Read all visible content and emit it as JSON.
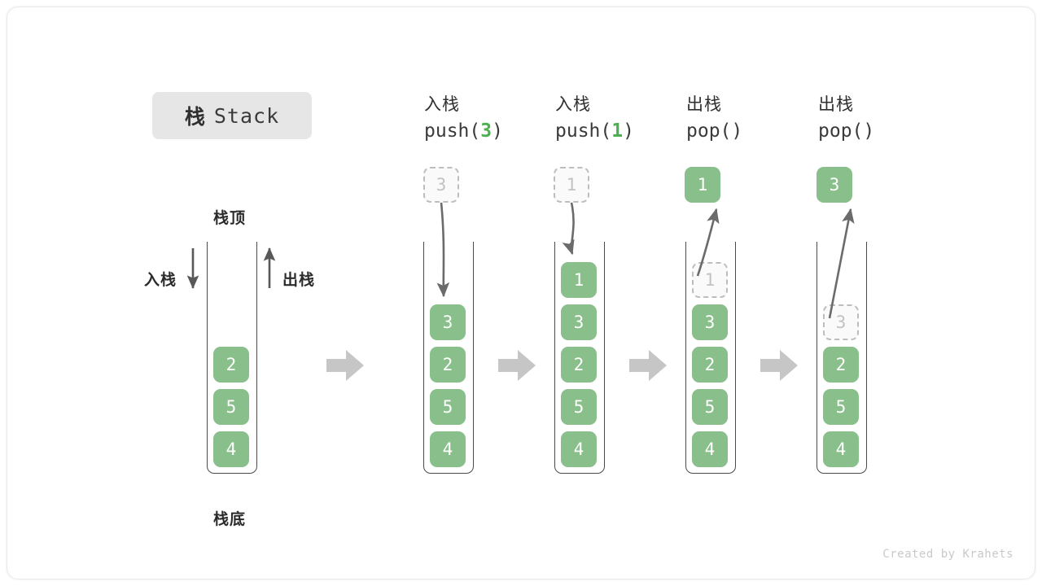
{
  "title": {
    "cn": "栈",
    "en": "Stack"
  },
  "labels": {
    "top": "栈顶",
    "bottom": "栈底",
    "push_side": "入栈",
    "pop_side": "出栈"
  },
  "colors": {
    "element": "#88bf8a",
    "ghost_text": "#c2c2c2",
    "arg_accent": "#4caf50",
    "container_stroke": "#4a4a4a",
    "separator": "#c6c6c6",
    "badge_bg": "#e6e6e6"
  },
  "steps": [
    {
      "op": "入栈",
      "fn_prefix": "push(",
      "fn_arg": "3",
      "fn_suffix": ")"
    },
    {
      "op": "入栈",
      "fn_prefix": "push(",
      "fn_arg": "1",
      "fn_suffix": ")"
    },
    {
      "op": "出栈",
      "fn_prefix": "pop(",
      "fn_arg": "",
      "fn_suffix": ")"
    },
    {
      "op": "出栈",
      "fn_prefix": "pop(",
      "fn_arg": "",
      "fn_suffix": ")"
    }
  ],
  "stacks": [
    {
      "name": "initial",
      "cells": [
        "2",
        "5",
        "4"
      ]
    },
    {
      "name": "after-push-3",
      "cells": [
        "3",
        "2",
        "5",
        "4"
      ]
    },
    {
      "name": "after-push-1",
      "cells": [
        "1",
        "3",
        "2",
        "5",
        "4"
      ]
    },
    {
      "name": "after-pop-1",
      "cells": [
        "1",
        "3",
        "2",
        "5",
        "4"
      ]
    },
    {
      "name": "after-pop-3",
      "cells": [
        "3",
        "2",
        "5",
        "4"
      ]
    }
  ],
  "floating": {
    "push3_incoming": "3",
    "push1_incoming": "1",
    "pop1_result": "1",
    "pop3_result": "3"
  },
  "credit": "Created by Krahets"
}
